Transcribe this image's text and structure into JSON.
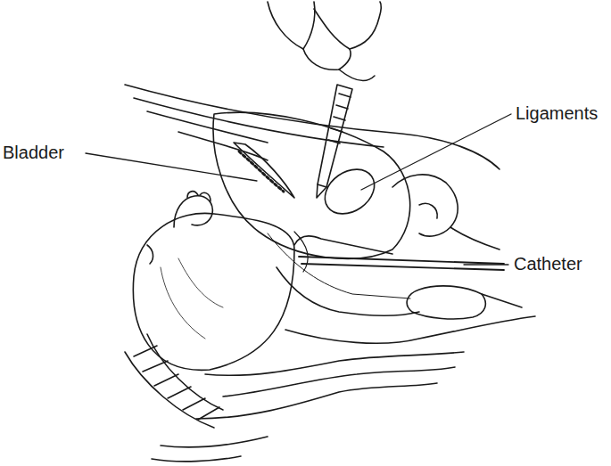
{
  "diagram": {
    "labels": [
      "Bladder",
      "Ligaments",
      "Catheter"
    ]
  }
}
